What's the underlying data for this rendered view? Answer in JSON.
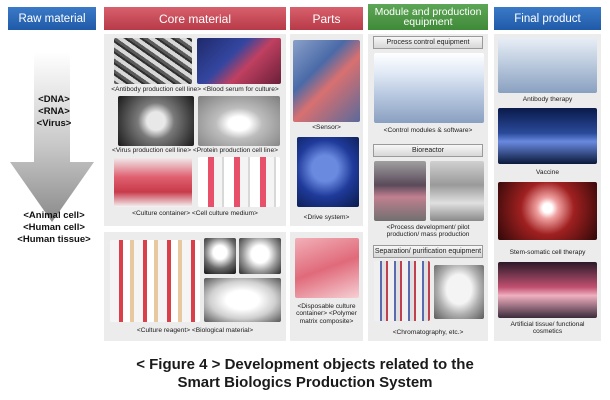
{
  "headers": {
    "raw": "Raw material",
    "core": "Core material",
    "parts": "Parts",
    "module": "Module and production equipment",
    "final": "Final product"
  },
  "raw_material": {
    "top": [
      "<DNA>",
      "<RNA>",
      "<Virus>"
    ],
    "bottom": [
      "<Animal cell>",
      "<Human cell>",
      "<Human tissue>"
    ]
  },
  "core_material": {
    "antibody_line": "<Antibody production cell line>",
    "blood_serum": "<Blood serum for culture>",
    "virus_line": "<Virus production cell line>",
    "protein_line": "<Protein production cell line>",
    "culture_container": "<Culture container>",
    "culture_medium": "<Cell culture medium>",
    "culture_reagent": "<Culture reagent>",
    "biological_material": "<Biological material>"
  },
  "parts": {
    "sensor": "<Sensor>",
    "drive": "<Drive system>",
    "disposable": "<Disposable culture container> <Polymer matrix composite>"
  },
  "module": {
    "process_control": "Process control equipment",
    "control_caption": "<Control modules & software>",
    "bioreactor": "Bioreactor",
    "bioreactor_caption": "<Process development/ pilot production/ mass  production",
    "separation": "Separation/ purification equipment",
    "chromatography": "<Chromatography, etc.>"
  },
  "final_product": {
    "antibody": "Antibody therapy",
    "vaccine": "Vaccine",
    "stem": "Stem-somatic cell therapy",
    "tissue": "Artificial tissue/ functional cosmetics"
  },
  "figure_title": {
    "line1": "< Figure 4 > Development objects related to the",
    "line2": "Smart Biologics Production System"
  },
  "colors": {
    "raw_header": "#2b6cbf",
    "core_header": "#c84a57",
    "module_header": "#4f9a48",
    "final_header": "#2b6cbf",
    "panel_bg": "#ececec"
  }
}
